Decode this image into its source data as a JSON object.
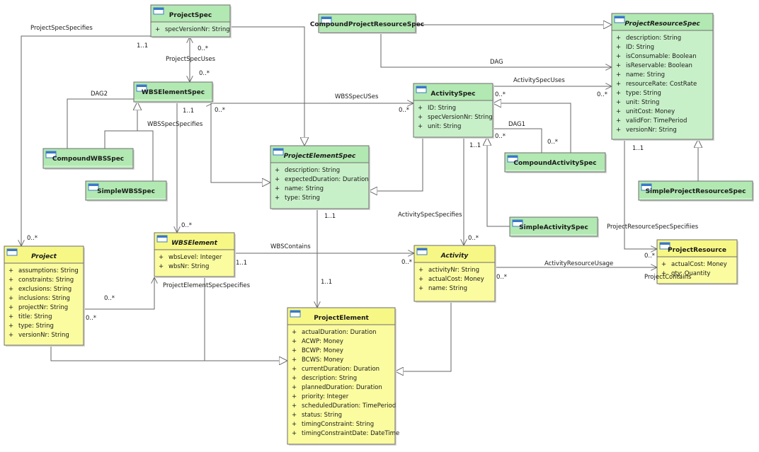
{
  "colors": {
    "spec_fill": "#c8f0c8",
    "spec_header": "#b2e8b2",
    "inst_fill": "#fbfba0",
    "inst_header": "#f7f786",
    "stroke": "#6e6e6e",
    "icon": "#3a78c8"
  },
  "classes": [
    {
      "id": "ProjectSpec",
      "name": "ProjectSpec",
      "kind": "spec",
      "abstract": false,
      "attrs": [
        "specVersionNr: String"
      ]
    },
    {
      "id": "CompoundProjectResourceSpec",
      "name": "CompoundProjectResourceSpec",
      "kind": "spec",
      "abstract": false,
      "attrs": []
    },
    {
      "id": "ProjectResourceSpec",
      "name": "ProjectResourceSpec",
      "kind": "spec",
      "abstract": true,
      "attrs": [
        "description: String",
        "ID: String",
        "isConsumable: Boolean",
        "isReservable: Boolean",
        "name: String",
        "resourceRate: CostRate",
        "type: String",
        "unit: String",
        "unitCost: Money",
        "validFor: TimePeriod",
        "versionNr: String"
      ]
    },
    {
      "id": "WBSElementSpec",
      "name": "WBSElementSpec",
      "kind": "spec",
      "abstract": false,
      "attrs": []
    },
    {
      "id": "ActivitySpec",
      "name": "ActivitySpec",
      "kind": "spec",
      "abstract": false,
      "attrs": [
        "ID: String",
        "specVersionNr: String",
        "unit: String"
      ]
    },
    {
      "id": "CompoundWBSSpec",
      "name": "CompoundWBSSpec",
      "kind": "spec",
      "abstract": false,
      "attrs": []
    },
    {
      "id": "ProjectElementSpec",
      "name": "ProjectElementSpec",
      "kind": "spec",
      "abstract": true,
      "attrs": [
        "description: String",
        "expectedDuration: Duration",
        "name: String",
        "type: String"
      ]
    },
    {
      "id": "CompoundActivitySpec",
      "name": "CompoundActivitySpec",
      "kind": "spec",
      "abstract": false,
      "attrs": []
    },
    {
      "id": "SimpleWBSSpec",
      "name": "SimpleWBSSpec",
      "kind": "spec",
      "abstract": false,
      "attrs": []
    },
    {
      "id": "SimpleProjectResourceSpec",
      "name": "SimpleProjectResourceSpec",
      "kind": "spec",
      "abstract": false,
      "attrs": []
    },
    {
      "id": "SimpleActivitySpec",
      "name": "SimpleActivitySpec",
      "kind": "spec",
      "abstract": false,
      "attrs": []
    },
    {
      "id": "Project",
      "name": "Project",
      "kind": "inst",
      "abstract": true,
      "attrs": [
        "assumptions: String",
        "constraints: String",
        "exclusions: String",
        "inclusions: String",
        "projectNr: String",
        "title: String",
        "type: String",
        "versionNr: String"
      ]
    },
    {
      "id": "WBSElement",
      "name": "WBSElement",
      "kind": "inst",
      "abstract": true,
      "attrs": [
        "wbsLevel: Integer",
        "wbsNr: String"
      ]
    },
    {
      "id": "Activity",
      "name": "Activity",
      "kind": "inst",
      "abstract": true,
      "attrs": [
        "activityNr: String",
        "actualCost: Money",
        "name: String"
      ]
    },
    {
      "id": "ProjectResource",
      "name": "ProjectResource",
      "kind": "inst",
      "abstract": false,
      "attrs": [
        "actualCost: Money",
        "qty: Quantity"
      ]
    },
    {
      "id": "ProjectElement",
      "name": "ProjectElement",
      "kind": "inst",
      "abstract": false,
      "attrs": [
        "actualDuration: Duration",
        "ACWP: Money",
        "BCWP: Money",
        "BCWS: Money",
        "currentDuration: Duration",
        "description: String",
        "plannedDuration: Duration",
        "priority: Integer",
        "scheduledDuration: TimePeriod",
        "status: String",
        "timingConstraint: String",
        "timingConstraintDate: DateTime"
      ]
    }
  ],
  "labels": [
    {
      "id": "l1",
      "text": "ProjectSpecSpecifies"
    },
    {
      "id": "l2",
      "text": "1..1"
    },
    {
      "id": "l3",
      "text": "0..*"
    },
    {
      "id": "l4",
      "text": "ProjectSpecUses"
    },
    {
      "id": "l5",
      "text": "0..*"
    },
    {
      "id": "l6",
      "text": "DAG"
    },
    {
      "id": "l7",
      "text": "ActivitySpecUses"
    },
    {
      "id": "l8",
      "text": "0..*"
    },
    {
      "id": "l9",
      "text": "0..*"
    },
    {
      "id": "l10",
      "text": "DAG2"
    },
    {
      "id": "l11",
      "text": "WBSSpecUSes"
    },
    {
      "id": "l12",
      "text": "1..1"
    },
    {
      "id": "l13",
      "text": "0..*"
    },
    {
      "id": "l14",
      "text": "0..*"
    },
    {
      "id": "l15",
      "text": "WBSSpecSpecifies"
    },
    {
      "id": "l16",
      "text": "DAG1"
    },
    {
      "id": "l17",
      "text": "0..*"
    },
    {
      "id": "l18",
      "text": "0..*"
    },
    {
      "id": "l19",
      "text": "1..1"
    },
    {
      "id": "l20",
      "text": "1..1"
    },
    {
      "id": "l21",
      "text": "ActivitySpecSpecifies"
    },
    {
      "id": "l22",
      "text": "1..1"
    },
    {
      "id": "l23",
      "text": "ProjectResourceSpecSpecifiies"
    },
    {
      "id": "l24",
      "text": "0..*"
    },
    {
      "id": "l25",
      "text": "0..*"
    },
    {
      "id": "l26",
      "text": "0..*"
    },
    {
      "id": "l27",
      "text": "WBSContains"
    },
    {
      "id": "l28",
      "text": "1..1"
    },
    {
      "id": "l29",
      "text": "0..*"
    },
    {
      "id": "l30",
      "text": "ActivityResourceUsage"
    },
    {
      "id": "l31",
      "text": "0..*"
    },
    {
      "id": "l32",
      "text": "0..*"
    },
    {
      "id": "l33",
      "text": "ProjectContains"
    },
    {
      "id": "l34",
      "text": "0..*"
    },
    {
      "id": "l35",
      "text": "ProjectElementSpecSpecifies"
    },
    {
      "id": "l36",
      "text": "1..1"
    },
    {
      "id": "l37",
      "text": "0..*"
    }
  ]
}
